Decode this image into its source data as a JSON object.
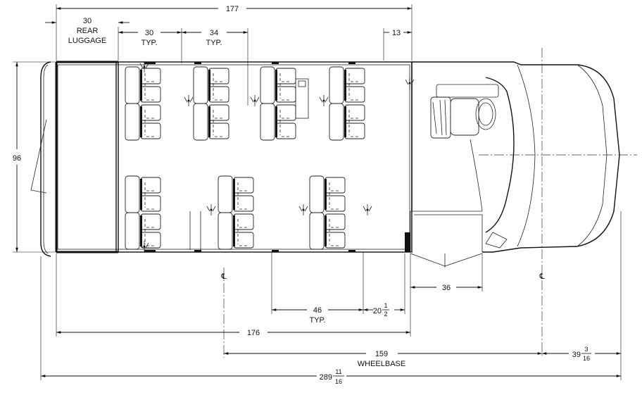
{
  "dimensions": {
    "overall_interior": "177",
    "rear_luggage": {
      "value": "30",
      "line1": "REAR",
      "line2": "LUGGAGE"
    },
    "seat_pitch_30": {
      "value": "30",
      "note": "TYP."
    },
    "seat_pitch_34": {
      "value": "34",
      "note": "TYP."
    },
    "front_clear": "13",
    "width": "96",
    "door_width": "36",
    "aisle_46": {
      "value": "46",
      "note": "TYP."
    },
    "step": {
      "whole": "20",
      "num": "1",
      "den": "2"
    },
    "floor_length": "176",
    "wheelbase": {
      "value": "159",
      "note": "WHEELBASE"
    },
    "front_overhang": {
      "whole": "39",
      "num": "3",
      "den": "16"
    },
    "overall_length": {
      "whole": "289",
      "num": "11",
      "den": "16"
    }
  },
  "centerline_symbol": "℄",
  "icons": [
    "wheelchair-tiedown-icon",
    "centerline-icon",
    "driver-seat-icon",
    "steering-wheel-icon"
  ]
}
